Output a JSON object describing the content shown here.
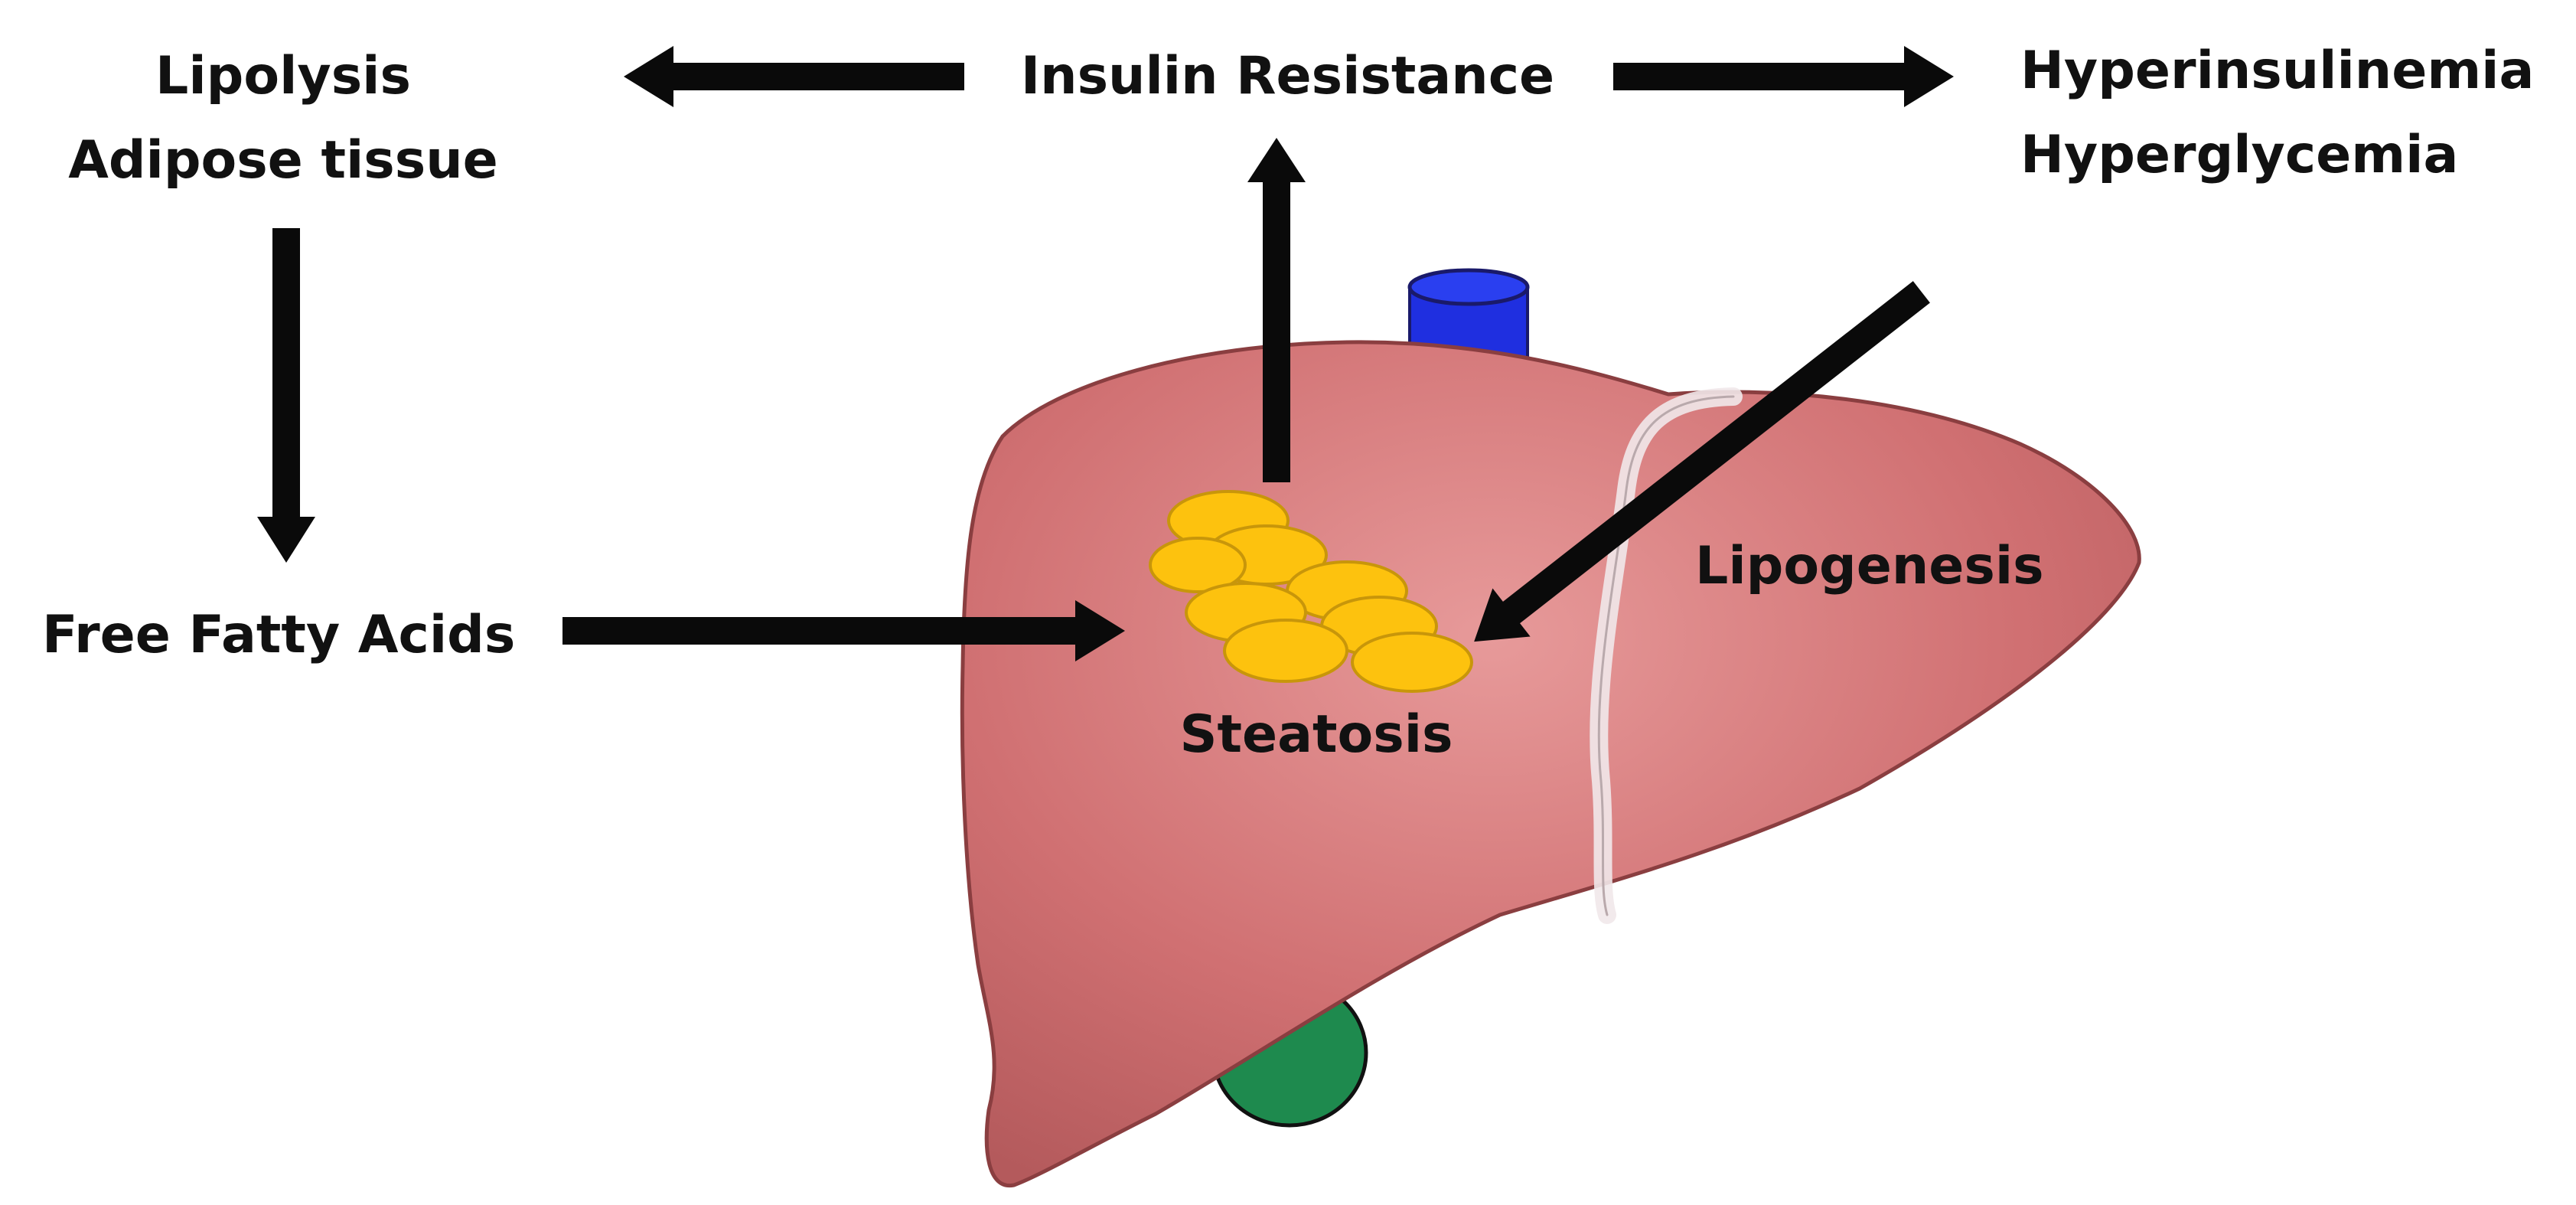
{
  "labels": {
    "lipolysis": "Lipolysis",
    "adipose": "Adipose tissue",
    "insulin_resistance": "Insulin Resistance",
    "hyperinsulinemia": "Hyperinsulinemia",
    "hyperglycemia": "Hyperglycemia",
    "free_fatty_acids": "Free Fatty Acids",
    "lipogenesis": "Lipogenesis",
    "steatosis": "Steatosis"
  },
  "colors": {
    "liver": "#d57778",
    "liver_outline": "#8a3e40",
    "fat_droplet": "#fdc20e",
    "vena_cava": "#1f2fe0",
    "gallbladder": "#1e8a4e",
    "ligament": "#e4d9db",
    "arrow": "#0a0a0a"
  },
  "edges": [
    {
      "from": "Insulin Resistance",
      "to": "Lipolysis / Adipose tissue"
    },
    {
      "from": "Insulin Resistance",
      "to": "Hyperinsulinemia / Hyperglycemia"
    },
    {
      "from": "Lipolysis / Adipose tissue",
      "to": "Free Fatty Acids"
    },
    {
      "from": "Free Fatty Acids",
      "to": "Steatosis"
    },
    {
      "from": "Steatosis",
      "to": "Insulin Resistance"
    },
    {
      "from": "Hyperinsulinemia / Hyperglycemia",
      "to": "Steatosis"
    }
  ]
}
